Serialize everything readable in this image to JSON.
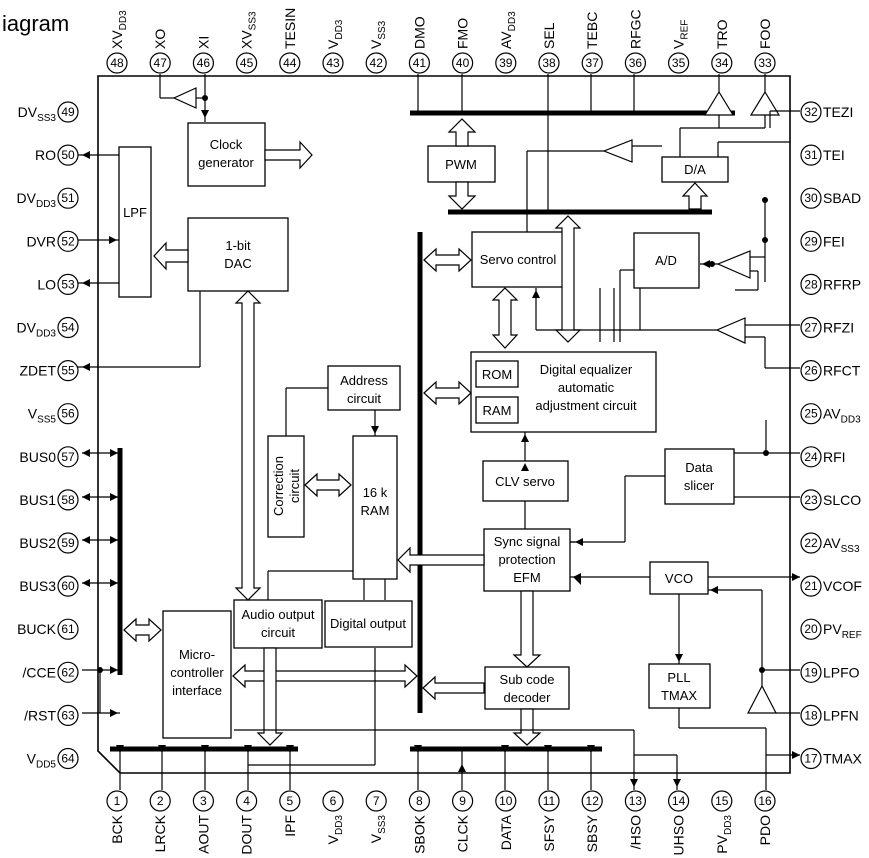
{
  "title_fragment": "iagram",
  "top_pins": [
    {
      "n": "48",
      "name": "XVDD3"
    },
    {
      "n": "47",
      "name": "XO"
    },
    {
      "n": "46",
      "name": "XI"
    },
    {
      "n": "45",
      "name": "XVSS3"
    },
    {
      "n": "44",
      "name": "TESIN"
    },
    {
      "n": "43",
      "name": "VDD3"
    },
    {
      "n": "42",
      "name": "VSS3"
    },
    {
      "n": "41",
      "name": "DMO"
    },
    {
      "n": "40",
      "name": "FMO"
    },
    {
      "n": "39",
      "name": "AVDD3"
    },
    {
      "n": "38",
      "name": "SEL"
    },
    {
      "n": "37",
      "name": "TEBC"
    },
    {
      "n": "36",
      "name": "RFGC"
    },
    {
      "n": "35",
      "name": "VREF"
    },
    {
      "n": "34",
      "name": "TRO"
    },
    {
      "n": "33",
      "name": "FOO"
    }
  ],
  "bottom_pins": [
    {
      "n": "1",
      "name": "BCK"
    },
    {
      "n": "2",
      "name": "LRCK"
    },
    {
      "n": "3",
      "name": "AOUT"
    },
    {
      "n": "4",
      "name": "DOUT"
    },
    {
      "n": "5",
      "name": "IPF"
    },
    {
      "n": "6",
      "name": "VDD3"
    },
    {
      "n": "7",
      "name": "VSS3"
    },
    {
      "n": "8",
      "name": "SBOK"
    },
    {
      "n": "9",
      "name": "CLCK"
    },
    {
      "n": "10",
      "name": "DATA"
    },
    {
      "n": "11",
      "name": "SFSY"
    },
    {
      "n": "12",
      "name": "SBSY"
    },
    {
      "n": "13",
      "name": "/HSO"
    },
    {
      "n": "14",
      "name": "UHSO"
    },
    {
      "n": "15",
      "name": "PVDD3"
    },
    {
      "n": "16",
      "name": "PDO"
    }
  ],
  "left_pins": [
    {
      "n": "49",
      "name": "DVSS3"
    },
    {
      "n": "50",
      "name": "RO"
    },
    {
      "n": "51",
      "name": "DVDD3"
    },
    {
      "n": "52",
      "name": "DVR"
    },
    {
      "n": "53",
      "name": "LO"
    },
    {
      "n": "54",
      "name": "DVDD3"
    },
    {
      "n": "55",
      "name": "ZDET"
    },
    {
      "n": "56",
      "name": "VSS5"
    },
    {
      "n": "57",
      "name": "BUS0"
    },
    {
      "n": "58",
      "name": "BUS1"
    },
    {
      "n": "59",
      "name": "BUS2"
    },
    {
      "n": "60",
      "name": "BUS3"
    },
    {
      "n": "61",
      "name": "BUCK"
    },
    {
      "n": "62",
      "name": "/CCE"
    },
    {
      "n": "63",
      "name": "/RST"
    },
    {
      "n": "64",
      "name": "VDD5"
    }
  ],
  "right_pins": [
    {
      "n": "32",
      "name": "TEZI"
    },
    {
      "n": "31",
      "name": "TEI"
    },
    {
      "n": "30",
      "name": "SBAD"
    },
    {
      "n": "29",
      "name": "FEI"
    },
    {
      "n": "28",
      "name": "RFRP"
    },
    {
      "n": "27",
      "name": "RFZI"
    },
    {
      "n": "26",
      "name": "RFCT"
    },
    {
      "n": "25",
      "name": "AVDD3"
    },
    {
      "n": "24",
      "name": "RFI"
    },
    {
      "n": "23",
      "name": "SLCO"
    },
    {
      "n": "22",
      "name": "AVSS3"
    },
    {
      "n": "21",
      "name": "VCOF"
    },
    {
      "n": "20",
      "name": "PVREF"
    },
    {
      "n": "19",
      "name": "LPFO"
    },
    {
      "n": "18",
      "name": "LPFN"
    },
    {
      "n": "17",
      "name": "TMAX"
    }
  ],
  "blocks": {
    "clock": [
      "Clock",
      "generator"
    ],
    "lpf": [
      "LPF"
    ],
    "dac": [
      "1-bit",
      "DAC"
    ],
    "pwm": [
      "PWM"
    ],
    "da": [
      "D/A"
    ],
    "servo": [
      "Servo control"
    ],
    "ad": [
      "A/D"
    ],
    "address": [
      "Address",
      "circuit"
    ],
    "correction": [
      "Correction",
      "circuit"
    ],
    "ram16k": [
      "16 k",
      "RAM"
    ],
    "rom": [
      "ROM"
    ],
    "ram": [
      "RAM"
    ],
    "equalizer": [
      "Digital equalizer",
      "automatic",
      "adjustment circuit"
    ],
    "clv": [
      "CLV servo"
    ],
    "data_slicer": [
      "Data",
      "slicer"
    ],
    "sync": [
      "Sync signal",
      "protection",
      "EFM"
    ],
    "vco": [
      "VCO"
    ],
    "audio_out": [
      "Audio output",
      "circuit"
    ],
    "digital_out": [
      "Digital output"
    ],
    "micro": [
      "Micro-",
      "controller",
      "interface"
    ],
    "subcode": [
      "Sub code",
      "decoder"
    ],
    "pll": [
      "PLL",
      "TMAX"
    ]
  }
}
